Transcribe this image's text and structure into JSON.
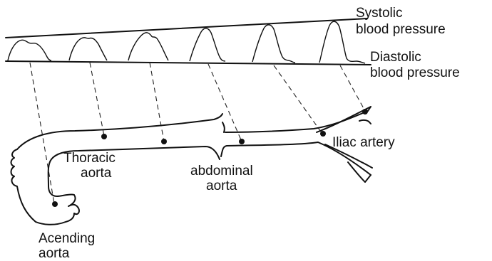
{
  "labels": {
    "systolic_line1": "Systolic",
    "systolic_line2": "blood pressure",
    "diastolic_line1": "Diastolic",
    "diastolic_line2": "blood pressure",
    "thoracic_line1": "Thoracic",
    "thoracic_line2": "aorta",
    "abdominal_line1": "abdominal",
    "abdominal_line2": "aorta",
    "iliac": "Iliac artery",
    "ascending_line1": "Acending",
    "ascending_line2": "aorta"
  },
  "colors": {
    "ink": "#111111",
    "background": "#ffffff"
  }
}
